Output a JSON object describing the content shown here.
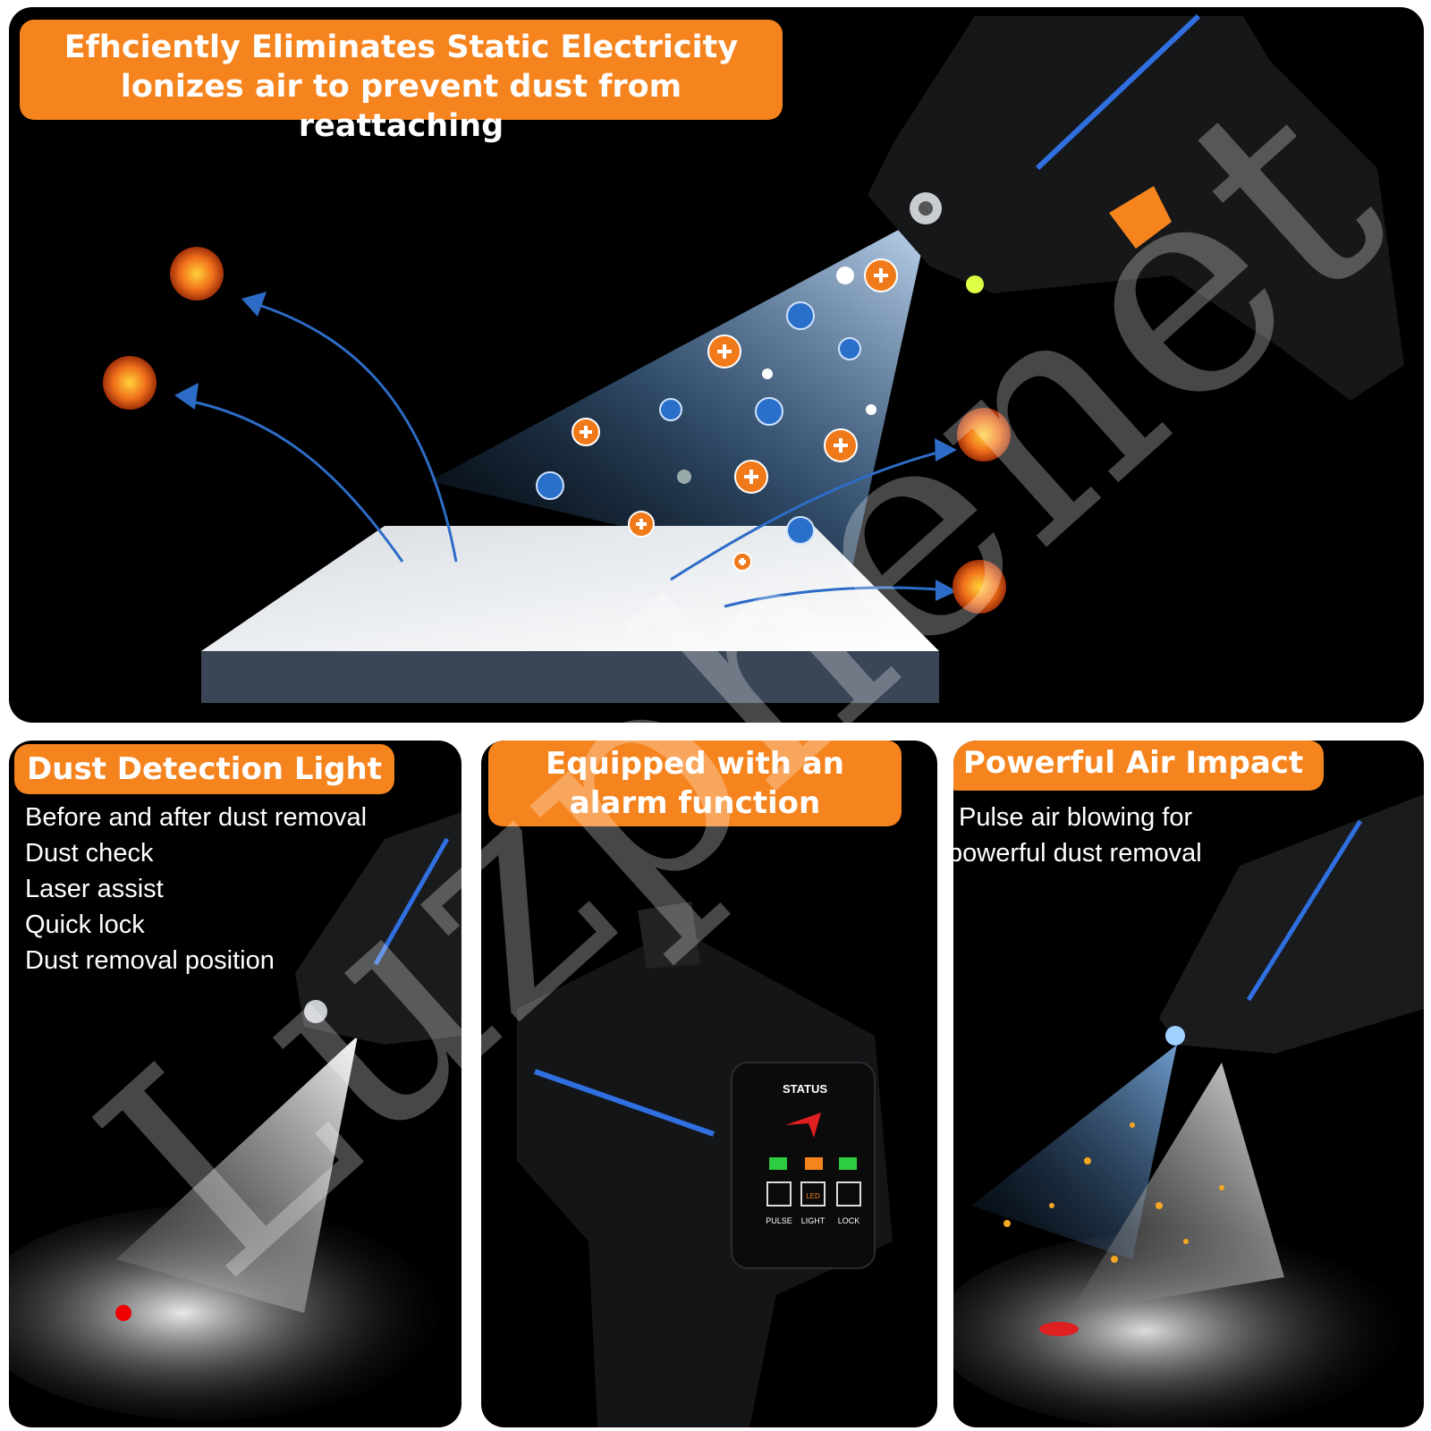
{
  "top": {
    "banner_line1": "Efhciently Eliminates Static Electricity",
    "banner_line2": "lonizes air to prevent dust from reattaching"
  },
  "panel_left": {
    "title": "Dust Detection Light",
    "features": [
      "Before and after dust removal",
      "Dust check",
      "Laser assist",
      "Quick lock",
      "Dust removal position"
    ]
  },
  "panel_middle": {
    "title": "Equipped with an alarm function",
    "status_label": "STATUS",
    "buttons": [
      "PULSE",
      "LIGHT",
      "LOCK"
    ],
    "led_button_text": "LED"
  },
  "panel_right": {
    "title": "Powerful Air Impact",
    "desc_line1": "Pulse air blowing for",
    "desc_line2": "powerful dust removal"
  },
  "watermark": "Luzphenet",
  "colors": {
    "accent": "#f5841f",
    "panel_bg": "#000000",
    "ion_blue": "#2a6fc9",
    "ion_orange": "#f07a1a",
    "stripe_blue": "#2f6fe0",
    "led_green": "#2ecc40"
  },
  "icons": [
    "spark-icon",
    "arrow-icon",
    "positive-ion-icon",
    "negative-ion-icon",
    "air-gun-icon",
    "laser-dot-icon"
  ]
}
